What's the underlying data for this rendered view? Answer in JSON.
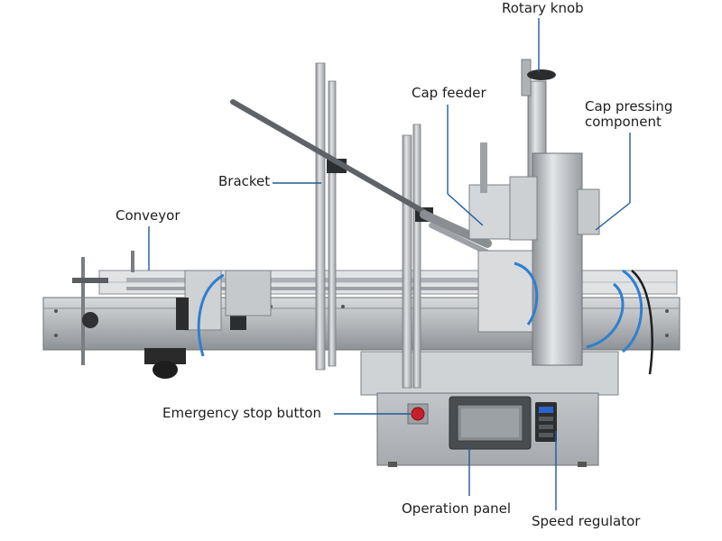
{
  "labels": {
    "rotary_knob": "Rotary knob",
    "cap_feeder": "Cap feeder",
    "cap_pressing_line1": "Cap pressing",
    "cap_pressing_line2": "component",
    "bracket": "Bracket",
    "conveyor": "Conveyor",
    "emergency_stop": "Emergency stop button",
    "operation_panel": "Operation panel",
    "speed_regulator": "Speed regulator"
  },
  "colors": {
    "leader_line": "#1e5a9a",
    "steel": "#b9bcbf",
    "steel_dark": "#6f7378",
    "pneumatic_tube": "#2f7fd0",
    "screen": "#7a7f84",
    "estop": "#c8202a"
  }
}
